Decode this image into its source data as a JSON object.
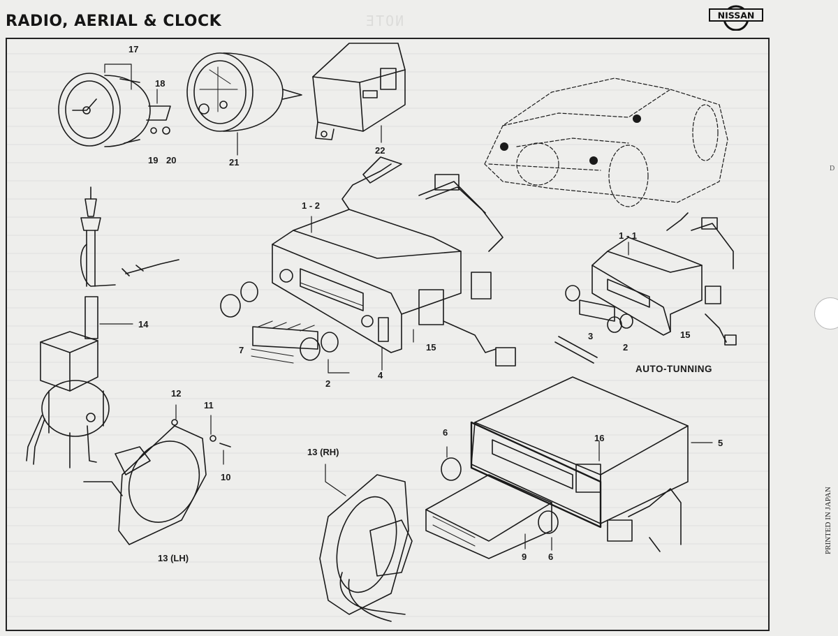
{
  "page": {
    "title": "RADIO, AERIAL & CLOCK",
    "brand": "NISSAN",
    "ghost_text": "NOTE",
    "side_note": "PRINTED IN JAPAN",
    "edge_mark": "D"
  },
  "diagram": {
    "captions": {
      "auto_tuning": "AUTO-TUNNING"
    },
    "parts": {
      "p17": "17",
      "p18": "18",
      "p19": "19",
      "p20": "20",
      "p21": "21",
      "p22": "22",
      "p1_2": "1 - 2",
      "p1_1": "1 - 1",
      "p14": "14",
      "p7": "7",
      "p2_main": "2",
      "p4": "4",
      "p15_main": "15",
      "p3": "3",
      "p2_auto": "2",
      "p15_auto": "15",
      "p12": "12",
      "p11": "11",
      "p10": "10",
      "p13_lh": "13 (LH)",
      "p13_rh": "13 (RH)",
      "p6_top": "6",
      "p16": "16",
      "p5": "5",
      "p9": "9",
      "p6_bottom": "6"
    }
  }
}
